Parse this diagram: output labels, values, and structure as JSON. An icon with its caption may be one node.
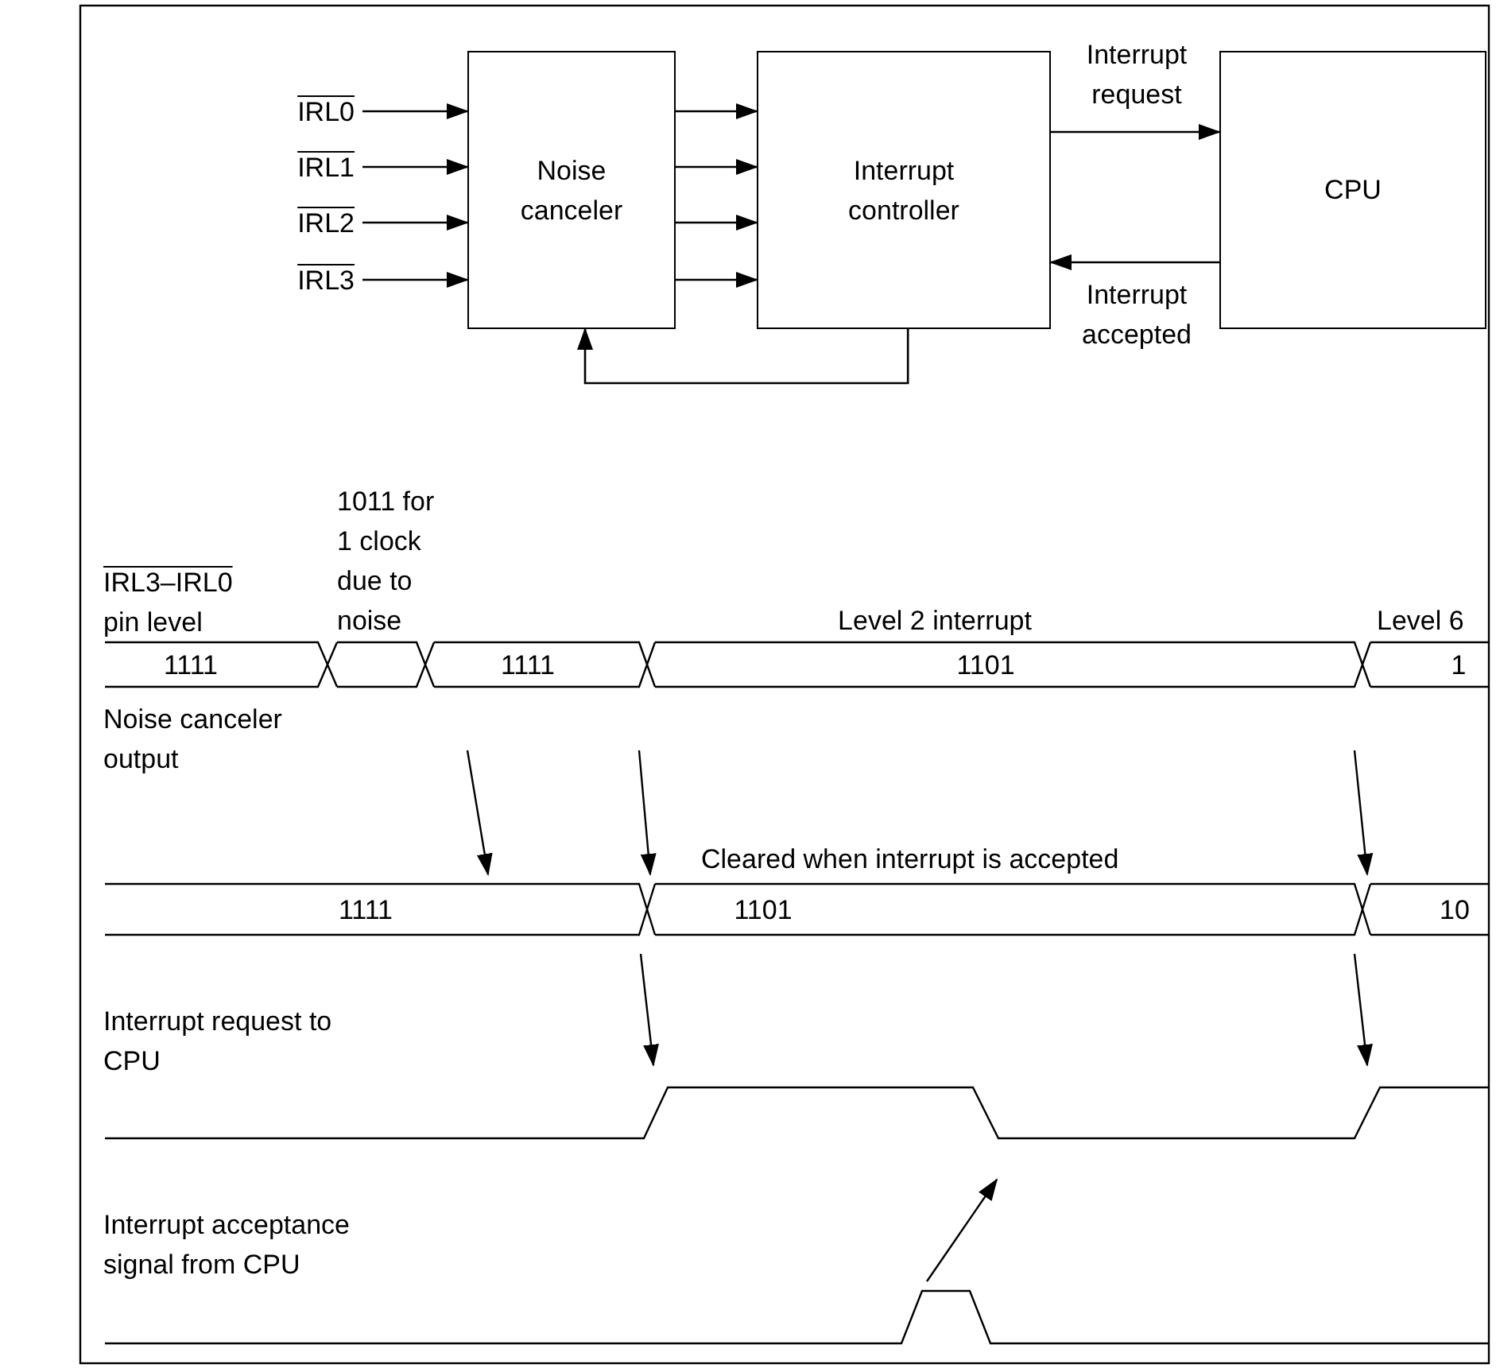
{
  "diagram": {
    "nodes": [
      {
        "text": [
          "IRL0"
        ]
      },
      {
        "text": [
          "IRL1"
        ]
      },
      {
        "text": [
          "IRL2"
        ]
      },
      {
        "text": [
          "IRL3"
        ]
      },
      {
        "text": [
          "Noise canceler"
        ]
      },
      {
        "text": [
          "Interrupt controller"
        ]
      },
      {
        "text": [
          "CPU"
        ]
      }
    ],
    "edges": [
      {
        "from": 0,
        "to": 4,
        "arrow": "to"
      },
      {
        "from": 1,
        "to": 4,
        "arrow": "to"
      },
      {
        "from": 2,
        "to": 4,
        "arrow": "to"
      },
      {
        "from": 3,
        "to": 4,
        "arrow": "to"
      },
      {
        "from": 4,
        "to": 5,
        "arrow": "to"
      },
      {
        "from": 4,
        "to": 5,
        "arrow": "to"
      },
      {
        "from": 4,
        "to": 5,
        "arrow": "to"
      },
      {
        "from": 4,
        "to": 5,
        "arrow": "to"
      },
      {
        "from": 5,
        "to": 6,
        "arrow": "to",
        "label": "Interrupt request"
      },
      {
        "from": 6,
        "to": 5,
        "arrow": "to",
        "label": "Interrupt accepted"
      },
      {
        "from": 5,
        "to": 4,
        "arrow": "to"
      }
    ],
    "labels": [
      "IRL3–IRL0 pin level",
      "1011 for 1 clock due to noise",
      "Level 2 interrupt",
      "Level 6",
      "1111",
      "1111",
      "1101",
      "1",
      "Noise canceler output",
      "Cleared when interrupt is accepted",
      "1111",
      "1101",
      "10",
      "Interrupt request to CPU",
      "Interrupt acceptance signal from CPU"
    ]
  }
}
